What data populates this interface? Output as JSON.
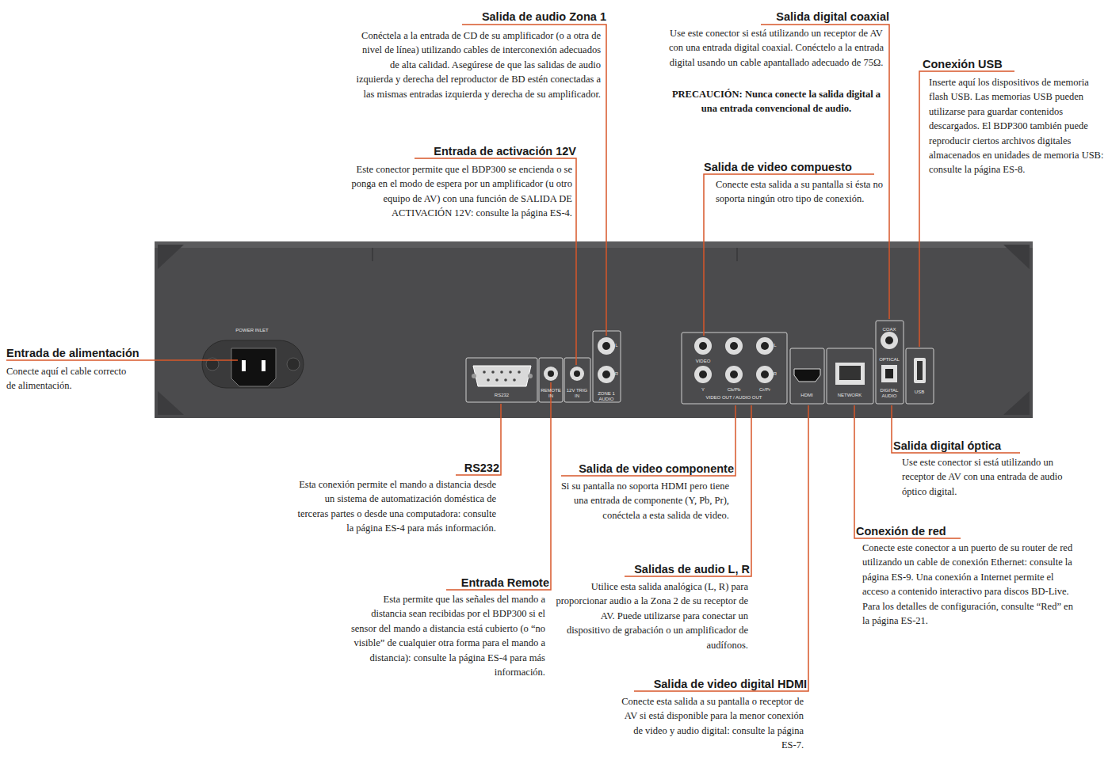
{
  "diagram": {
    "labels": [
      "Salida de audio Zona 1",
      "Conéctela a la entrada de CD de su amplificador (o a otra de nivel de línea) utilizando cables de interconexión adecuados de alta calidad. Asegúrese de que las salidas de audio izquierda y derecha del reproductor de BD estén conectadas a las mismas entradas izquierda y derecha de su amplificador.",
      "Entrada de activación 12V",
      "Este conector permite que el BDP300 se encienda o se ponga en el modo de espera por un amplificador (u otro equipo de AV) con una función de SALIDA DE ACTIVACIÓN 12V: consulte la página ES-4.",
      "Salida digital coaxial",
      "Use este conector si está utilizando un receptor de AV con una entrada digital coaxial. Conéctelo a la entrada digital usando un cable apantallado adecuado de 75Ω.",
      "PRECAUCIÓN: Nunca conecte la salida digital a una entrada convencional de audio.",
      "Conexión USB",
      "Inserte aquí los dispositivos de memoria flash USB. Las memorias USB pueden utilizarse para guardar contenidos descargados. El BDP300 también puede reproducir ciertos archivos digitales almacenados en unidades de memoria USB: consulte la página ES-8.",
      "Salida de video compuesto",
      "Conecte esta salida a su pantalla si ésta no soporta ningún otro tipo de conexión.",
      "Entrada de alimentación",
      "Conecte aquí el cable correcto de alimentación.",
      "RS232",
      "Esta conexión permite el mando a distancia desde un sistema de automatización doméstica de terceras partes o desde una computadora: consulte la página ES-4 para más información.",
      "Entrada Remote",
      "Esta permite que las señales del mando a distancia sean recibidas por el BDP300 si el sensor del mando a distancia está cubierto (o “no visible” de cualquier otra forma para el mando a distancia): consulte la página ES-4 para más información.",
      "Salida de video componente",
      "Si su pantalla no soporta HDMI pero tiene una entrada de componente (Y, Pb, Pr), conéctela a esta salida de video.",
      "Salidas de audio L, R",
      "Utilice esta salida analógica (L, R) para proporcionar audio a la Zona 2 de su receptor de AV. Puede utilizarse para conectar un dispositivo de grabación o un amplificador de audífonos.",
      "Salida de video digital HDMI",
      "Conecte esta salida a su pantalla o receptor de AV si está disponible para la menor conexión de video y audio digital: consulte la página ES-7.",
      "Salida digital óptica",
      "Use este conector si está utilizando un receptor de AV con una entrada de audio óptico digital.",
      "Conexión de red",
      "Conecte este conector a un puerto de su router de red utilizando un cable de conexión Ethernet: consulte la página ES-9. Una conexión a Internet permite el acceso a contenido interactivo para discos BD-Live. Para los detalles de configuración, consulte “Red” en la página ES-21.",
      "POWER INLET",
      "RS232",
      "REMOTE IN",
      "12V TRIG IN",
      "L",
      "R",
      "ZONE 1 AUDIO",
      "VIDEO",
      "L",
      "R",
      "Y",
      "Cb/Pb",
      "Cr/Pr",
      "VIDEO OUT / AUDIO OUT",
      "HDMI",
      "NETWORK",
      "COAX",
      "OPTICAL",
      "DIGITAL AUDIO",
      "USB"
    ]
  }
}
